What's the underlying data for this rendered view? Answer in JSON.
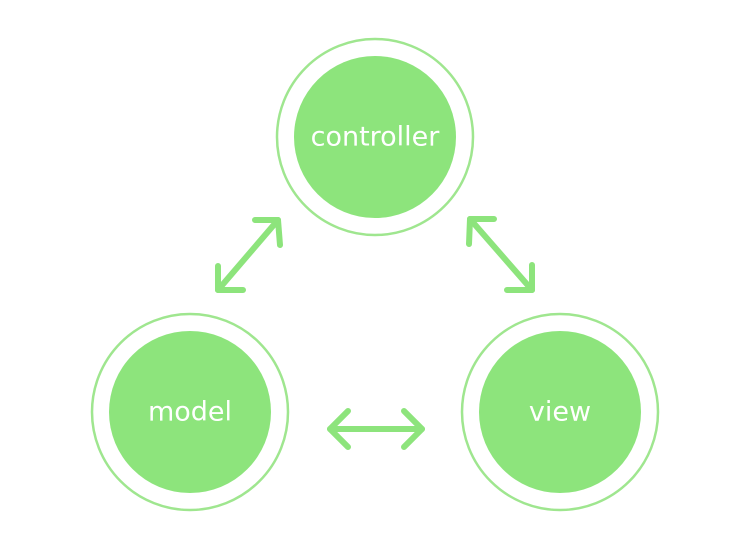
{
  "colors": {
    "node_fill": "#8de47c",
    "ring_stroke": "#9fe68f",
    "arrow": "#8de47c",
    "label": "#ffffff",
    "background": "#ffffff"
  },
  "nodes": {
    "controller": {
      "label": "controller"
    },
    "model": {
      "label": "model"
    },
    "view": {
      "label": "view"
    }
  },
  "edges": [
    {
      "from": "controller",
      "to": "model",
      "direction": "bidirectional"
    },
    {
      "from": "controller",
      "to": "view",
      "direction": "bidirectional"
    },
    {
      "from": "model",
      "to": "view",
      "direction": "bidirectional"
    }
  ]
}
